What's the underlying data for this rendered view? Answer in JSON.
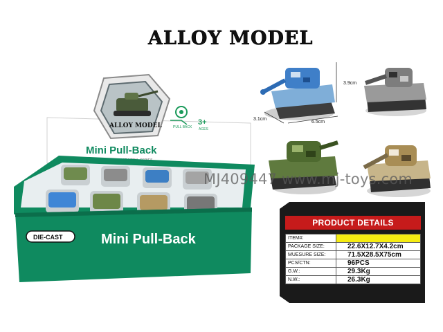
{
  "heading": "ALLOY MODEL",
  "box": {
    "top_logo": "ALLOY MODEL",
    "pull_back": "PULL BACK",
    "age": "3+",
    "age_unit": "AGES",
    "lid_title": "Mini Pull-Back",
    "lid_sub": "DIE-CAST METAL SERIES",
    "front_badge": "DIE-CAST",
    "front_title": "Mini Pull-Back"
  },
  "watermark": "MJ409447 www.mj-toys.com",
  "dimensions": {
    "height": "3.9cm",
    "width": "3.1cm",
    "length": "6.5cm"
  },
  "details": {
    "title": "PRODUCT DETAILS",
    "rows": [
      {
        "label": "ITEM#:",
        "value": ""
      },
      {
        "label": "PACKAGE SIZE:",
        "value": "22.6X12.7X4.2cm"
      },
      {
        "label": "MUESURE SIZE:",
        "value": "71.5X28.5X75cm"
      },
      {
        "label": "PCS/CTN:",
        "value": "96PCS"
      },
      {
        "label": "G.W.:",
        "value": "29.3Kg"
      },
      {
        "label": "N.W.:",
        "value": "26.3Kg"
      }
    ]
  },
  "colors": {
    "accent_red": "#c61b1b",
    "box_green": "#0f8a5f",
    "highlight_yellow": "#f6ec12"
  }
}
